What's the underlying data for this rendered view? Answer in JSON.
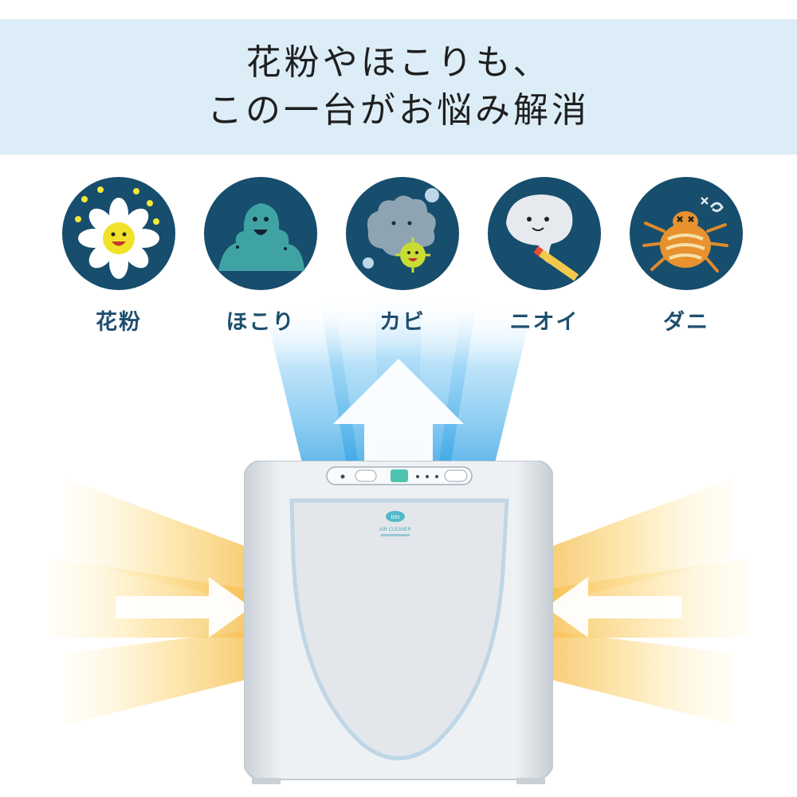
{
  "headline": {
    "line1": "花粉やほこりも、",
    "line2": "この一台がお悩み解消"
  },
  "categories": [
    {
      "label": "花粉",
      "icon": "pollen-flower-icon"
    },
    {
      "label": "ほこり",
      "icon": "dust-creature-icon"
    },
    {
      "label": "カビ",
      "icon": "mold-spore-icon"
    },
    {
      "label": "ニオイ",
      "icon": "odor-ghost-icon"
    },
    {
      "label": "ダニ",
      "icon": "dust-mite-icon"
    }
  ],
  "product": {
    "logo_text": "ion",
    "brand_text": "AIR CLEANER"
  },
  "colors": {
    "banner_bg": "#dcedf8",
    "icon_bg": "#174d6d",
    "label": "#1e4e6e",
    "outflow_blue": "#5fb6ea",
    "inflow_yellow": "#f7c65a"
  }
}
